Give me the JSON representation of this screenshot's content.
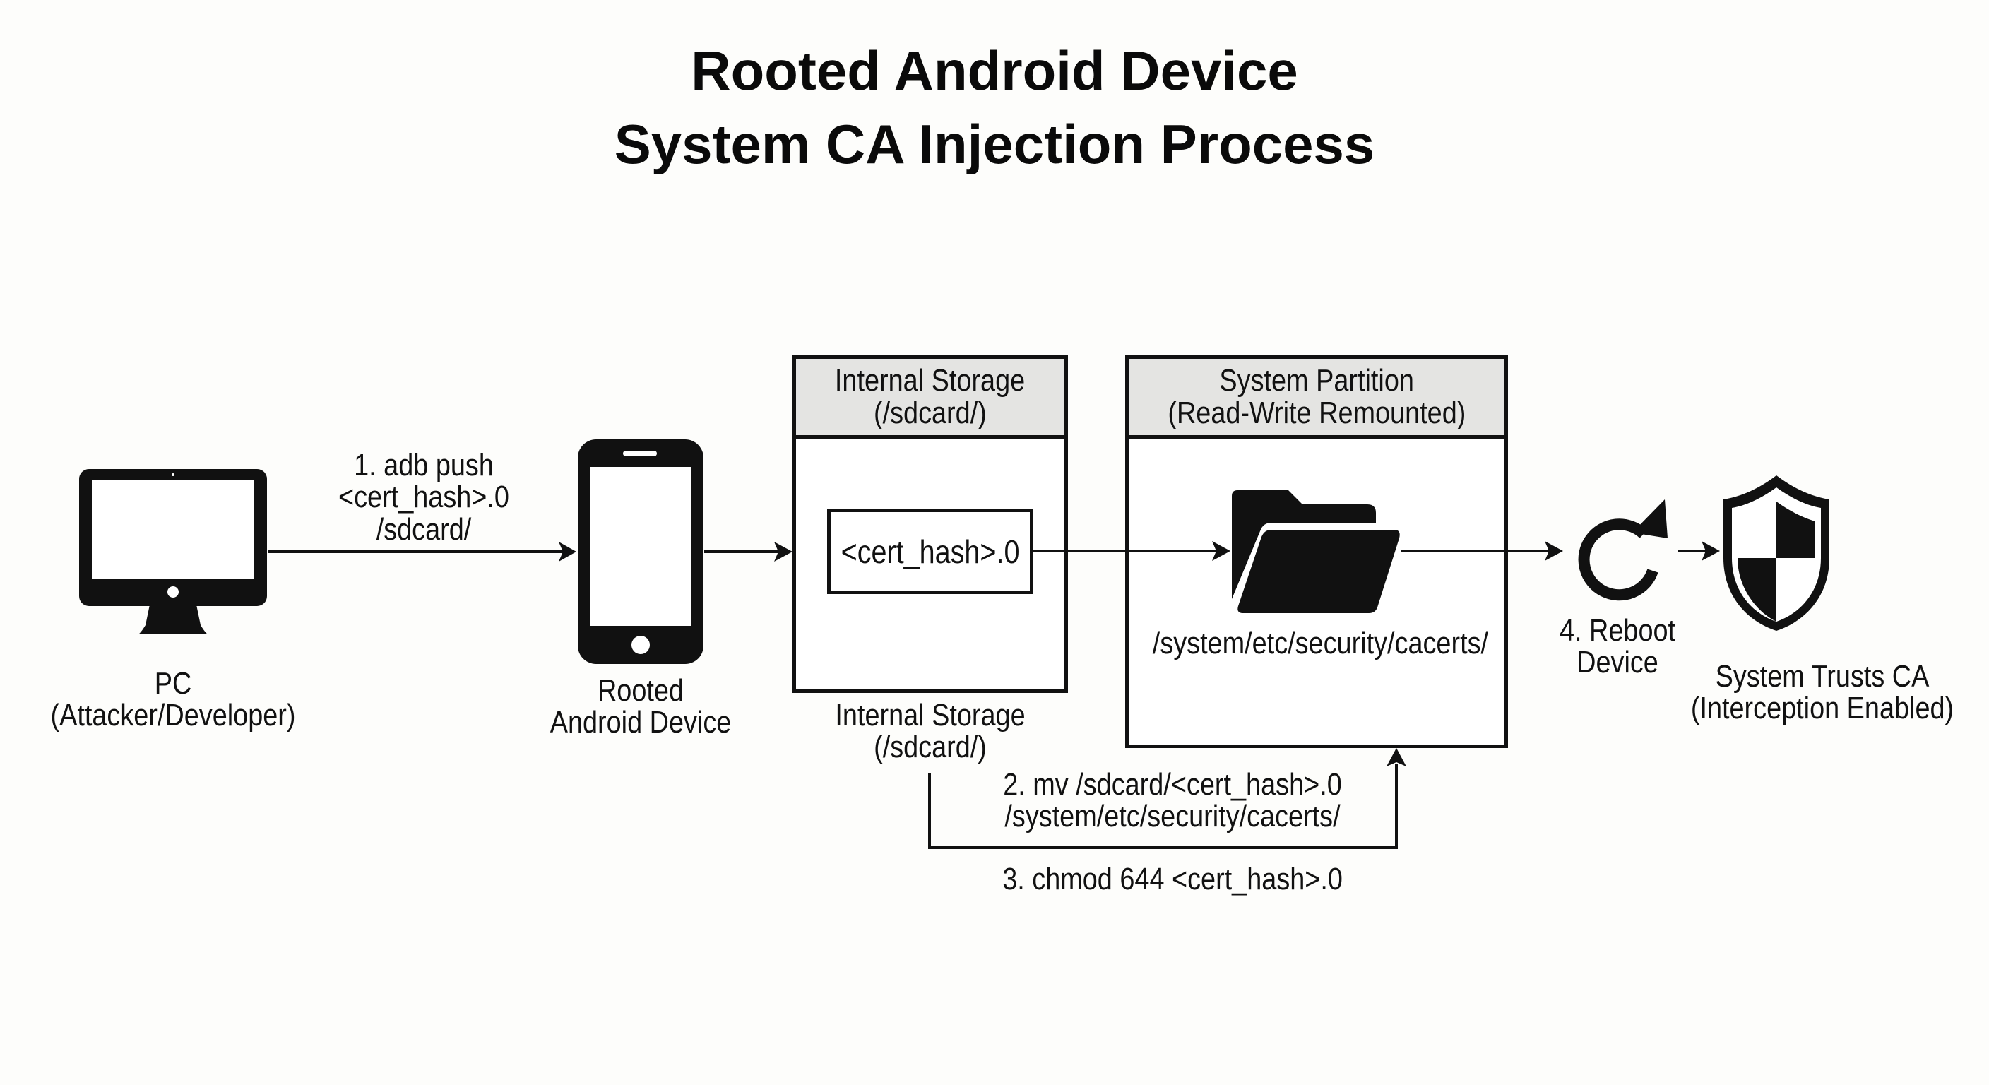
{
  "title": {
    "line1": "Rooted Android Device",
    "line2": "System CA Injection Process"
  },
  "nodes": {
    "pc": {
      "icon": "desktop-monitor-icon",
      "label_line1": "PC",
      "label_line2": "(Attacker/Developer)"
    },
    "phone": {
      "icon": "smartphone-icon",
      "label_line1": "Rooted",
      "label_line2": "Android Device"
    },
    "internal_storage": {
      "header_line1": "Internal Storage",
      "header_line2": "(/sdcard/)",
      "file_label": "<cert_hash>.0",
      "caption_line1": "Internal Storage",
      "caption_line2": "(/sdcard/)"
    },
    "system_partition": {
      "header_line1": "System Partition",
      "header_line2": "(Read-Write Remounted)",
      "icon": "open-folder-icon",
      "folder_path": "/system/etc/security/cacerts/"
    },
    "reboot": {
      "icon": "reboot-arrow-icon",
      "label_line1": "4. Reboot",
      "label_line2": "Device"
    },
    "trust": {
      "icon": "shield-icon",
      "label_line1": "System Trusts CA",
      "label_line2": "(Interception Enabled)"
    }
  },
  "steps": {
    "step1": {
      "line1": "1. adb push",
      "line2": "<cert_hash>.0",
      "line3": "/sdcard/"
    },
    "step2": {
      "line1": "2. mv /sdcard/<cert_hash>.0",
      "line2": "/system/etc/security/cacerts/"
    },
    "step3": {
      "line1": "3. chmod 644 <cert_hash>.0"
    }
  },
  "colors": {
    "ink": "#111111",
    "header_fill": "#e4e4e2",
    "background": "#fdfdfb"
  }
}
